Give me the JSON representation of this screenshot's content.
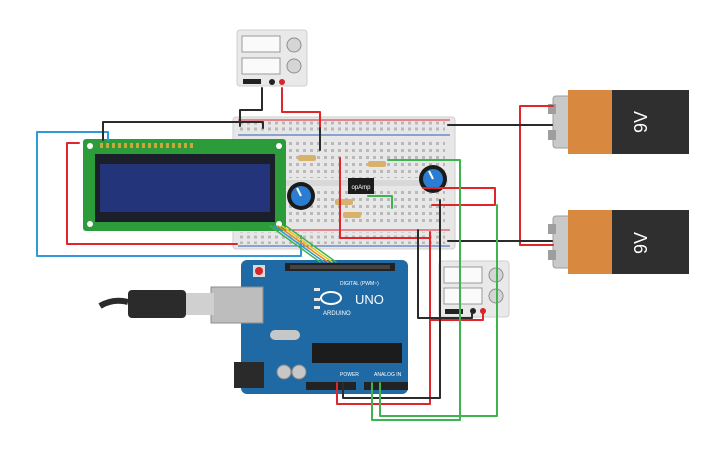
{
  "battery_top": {
    "label": "9V"
  },
  "battery_bottom": {
    "label": "9V"
  },
  "opamp": {
    "label": "opAmp"
  },
  "arduino": {
    "brand": "ARDUINO",
    "model": "UNO",
    "digital_header": "DIGITAL (PWM~)",
    "power_header": "POWER",
    "analog_header": "ANALOG IN"
  },
  "colors": {
    "wire_red": "#e0262b",
    "wire_black": "#2b2b2b",
    "wire_blue": "#2f9ad8",
    "wire_green": "#3fb34f",
    "board_blue": "#1f6aa5",
    "lcd_green": "#2c9c3a",
    "lcd_screen": "#23347a",
    "battery_orange": "#d9893f",
    "battery_black": "#2f2f2f",
    "breadboard": "#e6e6e6"
  }
}
